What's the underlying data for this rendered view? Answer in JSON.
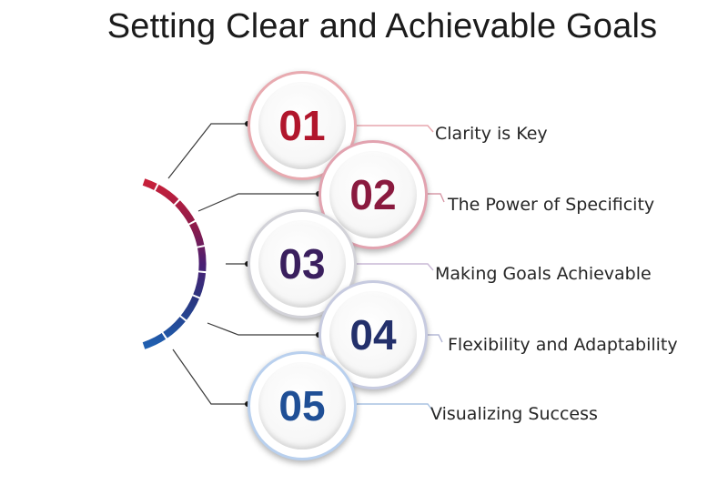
{
  "title": "Setting Clear and Achievable Goals",
  "steps": [
    {
      "number": "01",
      "label": "Clarity is Key",
      "color": "#b1162c"
    },
    {
      "number": "02",
      "label": "The Power of Specificity",
      "color": "#8a1a3f"
    },
    {
      "number": "03",
      "label": "Making Goals Achievable",
      "color": "#3a1f5e"
    },
    {
      "number": "04",
      "label": "Flexibility and Adaptability",
      "color": "#23306b"
    },
    {
      "number": "05",
      "label": "Visualizing Success",
      "color": "#1f4f96"
    }
  ],
  "arc_colors": [
    "#c8203a",
    "#8b1b4b",
    "#4a1f73",
    "#2a3680",
    "#1f5fb0"
  ]
}
